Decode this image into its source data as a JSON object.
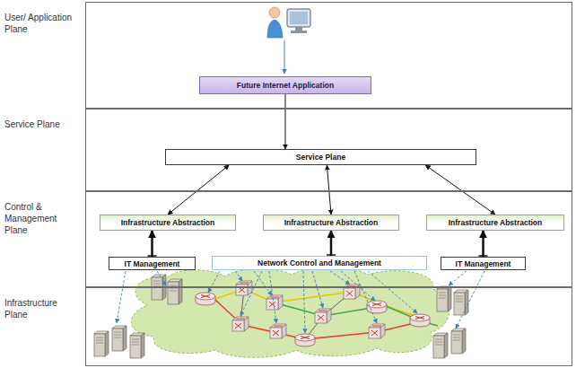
{
  "diagram": {
    "nodes": [
      {
        "text": [
          "User/ Application Plane"
        ]
      },
      {
        "text": [
          "Future Internet Application"
        ],
        "in": 0
      },
      {
        "text": [
          "Service Plane"
        ]
      },
      {
        "text": [
          "Service Plane"
        ],
        "in": 2
      },
      {
        "text": [
          "Control & Management Plane"
        ]
      },
      {
        "text": [
          "Infrastructure Abstraction"
        ],
        "in": 4
      },
      {
        "text": [
          "Infrastructure Abstraction"
        ],
        "in": 4
      },
      {
        "text": [
          "Infrastructure Abstraction"
        ],
        "in": 4
      },
      {
        "text": [
          "IT Management"
        ],
        "in": 4
      },
      {
        "text": [
          "Network Control and Management"
        ],
        "in": 4
      },
      {
        "text": [
          "IT Management"
        ],
        "in": 4
      },
      {
        "text": [
          "Infrastructure Plane"
        ]
      }
    ],
    "edges": [
      {
        "from": 1,
        "to": 3,
        "arrow": "to"
      },
      {
        "from": 3,
        "to": 5,
        "arrow": "both"
      },
      {
        "from": 3,
        "to": 6,
        "arrow": "both"
      },
      {
        "from": 3,
        "to": 7,
        "arrow": "both"
      },
      {
        "from": 8,
        "to": 5,
        "arrow": "to"
      },
      {
        "from": 9,
        "to": 6,
        "arrow": "to"
      },
      {
        "from": 10,
        "to": 7,
        "arrow": "to"
      }
    ]
  }
}
